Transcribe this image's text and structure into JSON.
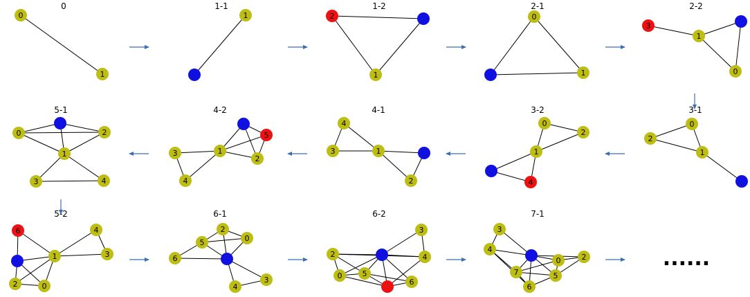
{
  "colors": {
    "yellow": "#bdbd14",
    "blue": "#1010e0",
    "red": "#ee1111",
    "arrow": "#3b6db3"
  },
  "ellipsis": "......",
  "panels": [
    {
      "id": "p0",
      "title": "0",
      "nodes": [
        {
          "id": "0",
          "label": "0",
          "c": "yellow"
        },
        {
          "id": "1",
          "label": "1",
          "c": "yellow"
        }
      ],
      "edges": [
        [
          "0",
          "1"
        ]
      ]
    },
    {
      "id": "p1-1",
      "title": "1-1",
      "nodes": [
        {
          "id": "1",
          "label": "1",
          "c": "yellow"
        },
        {
          "id": "b",
          "label": "",
          "c": "blue"
        }
      ],
      "edges": [
        [
          "1",
          "b"
        ]
      ]
    },
    {
      "id": "p1-2",
      "title": "1-2",
      "nodes": [
        {
          "id": "2",
          "label": "2",
          "c": "red"
        },
        {
          "id": "b",
          "label": "",
          "c": "blue"
        },
        {
          "id": "1",
          "label": "1",
          "c": "yellow"
        }
      ],
      "edges": [
        [
          "2",
          "b"
        ],
        [
          "2",
          "1"
        ],
        [
          "b",
          "1"
        ]
      ]
    },
    {
      "id": "p2-1",
      "title": "2-1",
      "nodes": [
        {
          "id": "0",
          "label": "0",
          "c": "yellow"
        },
        {
          "id": "b",
          "label": "",
          "c": "blue"
        },
        {
          "id": "1",
          "label": "1",
          "c": "yellow"
        }
      ],
      "edges": [
        [
          "0",
          "b"
        ],
        [
          "0",
          "1"
        ],
        [
          "b",
          "1"
        ]
      ]
    },
    {
      "id": "p2-2",
      "title": "2-2",
      "nodes": [
        {
          "id": "r",
          "label": "3",
          "c": "red"
        },
        {
          "id": "1",
          "label": "1",
          "c": "yellow"
        },
        {
          "id": "b",
          "label": "",
          "c": "blue"
        },
        {
          "id": "0",
          "label": "0",
          "c": "yellow"
        }
      ],
      "edges": [
        [
          "r",
          "1"
        ],
        [
          "1",
          "b"
        ],
        [
          "1",
          "0"
        ],
        [
          "b",
          "0"
        ]
      ]
    },
    {
      "id": "p3-1",
      "title": "3-1",
      "nodes": [
        {
          "id": "0",
          "label": "0",
          "c": "yellow"
        },
        {
          "id": "2",
          "label": "2",
          "c": "yellow"
        },
        {
          "id": "1",
          "label": "1",
          "c": "yellow"
        },
        {
          "id": "b",
          "label": "",
          "c": "blue"
        }
      ],
      "edges": [
        [
          "0",
          "2"
        ],
        [
          "0",
          "1"
        ],
        [
          "2",
          "1"
        ],
        [
          "1",
          "b"
        ]
      ]
    },
    {
      "id": "p3-2",
      "title": "3-2",
      "nodes": [
        {
          "id": "0",
          "label": "0",
          "c": "yellow"
        },
        {
          "id": "2",
          "label": "2",
          "c": "yellow"
        },
        {
          "id": "1",
          "label": "1",
          "c": "yellow"
        },
        {
          "id": "b",
          "label": "",
          "c": "blue"
        },
        {
          "id": "4",
          "label": "4",
          "c": "red"
        }
      ],
      "edges": [
        [
          "0",
          "2"
        ],
        [
          "0",
          "1"
        ],
        [
          "2",
          "1"
        ],
        [
          "1",
          "b"
        ],
        [
          "1",
          "4"
        ],
        [
          "b",
          "4"
        ]
      ]
    },
    {
      "id": "p4-1",
      "title": "4-1",
      "nodes": [
        {
          "id": "4",
          "label": "4",
          "c": "yellow"
        },
        {
          "id": "3",
          "label": "3",
          "c": "yellow"
        },
        {
          "id": "1",
          "label": "1",
          "c": "yellow"
        },
        {
          "id": "b",
          "label": "",
          "c": "blue"
        },
        {
          "id": "2",
          "label": "2",
          "c": "yellow"
        }
      ],
      "edges": [
        [
          "4",
          "3"
        ],
        [
          "4",
          "1"
        ],
        [
          "3",
          "1"
        ],
        [
          "1",
          "b"
        ],
        [
          "1",
          "2"
        ],
        [
          "b",
          "2"
        ]
      ]
    },
    {
      "id": "p4-2",
      "title": "4-2",
      "nodes": [
        {
          "id": "b",
          "label": "",
          "c": "blue"
        },
        {
          "id": "5",
          "label": "5",
          "c": "red"
        },
        {
          "id": "3",
          "label": "3",
          "c": "yellow"
        },
        {
          "id": "1",
          "label": "1",
          "c": "yellow"
        },
        {
          "id": "2",
          "label": "2",
          "c": "yellow"
        },
        {
          "id": "4",
          "label": "4",
          "c": "yellow"
        }
      ],
      "edges": [
        [
          "b",
          "5"
        ],
        [
          "b",
          "1"
        ],
        [
          "b",
          "2"
        ],
        [
          "5",
          "1"
        ],
        [
          "5",
          "2"
        ],
        [
          "3",
          "1"
        ],
        [
          "3",
          "4"
        ],
        [
          "1",
          "4"
        ],
        [
          "1",
          "2"
        ]
      ]
    },
    {
      "id": "p5-1",
      "title": "5-1",
      "nodes": [
        {
          "id": "0",
          "label": "0",
          "c": "yellow"
        },
        {
          "id": "b",
          "label": "",
          "c": "blue"
        },
        {
          "id": "2",
          "label": "2",
          "c": "yellow"
        },
        {
          "id": "1",
          "label": "1",
          "c": "yellow"
        },
        {
          "id": "3",
          "label": "3",
          "c": "yellow"
        },
        {
          "id": "4",
          "label": "4",
          "c": "yellow"
        }
      ],
      "edges": [
        [
          "0",
          "b"
        ],
        [
          "0",
          "2"
        ],
        [
          "0",
          "1"
        ],
        [
          "b",
          "2"
        ],
        [
          "b",
          "1"
        ],
        [
          "2",
          "1"
        ],
        [
          "1",
          "3"
        ],
        [
          "1",
          "4"
        ],
        [
          "3",
          "4"
        ]
      ]
    },
    {
      "id": "p5-2",
      "title": "5-2",
      "nodes": [
        {
          "id": "r",
          "label": "6",
          "c": "red"
        },
        {
          "id": "b",
          "label": "",
          "c": "blue"
        },
        {
          "id": "1",
          "label": "1",
          "c": "yellow"
        },
        {
          "id": "4",
          "label": "4",
          "c": "yellow"
        },
        {
          "id": "3",
          "label": "3",
          "c": "yellow"
        },
        {
          "id": "2",
          "label": "2",
          "c": "yellow"
        },
        {
          "id": "0",
          "label": "0",
          "c": "yellow"
        }
      ],
      "edges": [
        [
          "r",
          "b"
        ],
        [
          "r",
          "1"
        ],
        [
          "b",
          "1"
        ],
        [
          "b",
          "2"
        ],
        [
          "b",
          "0"
        ],
        [
          "1",
          "4"
        ],
        [
          "1",
          "3"
        ],
        [
          "4",
          "3"
        ],
        [
          "1",
          "2"
        ],
        [
          "1",
          "0"
        ],
        [
          "2",
          "0"
        ]
      ]
    },
    {
      "id": "p6-1",
      "title": "6-1",
      "nodes": [
        {
          "id": "2",
          "label": "2",
          "c": "yellow"
        },
        {
          "id": "5",
          "label": "5",
          "c": "yellow"
        },
        {
          "id": "0",
          "label": "0",
          "c": "yellow"
        },
        {
          "id": "6",
          "label": "6",
          "c": "yellow"
        },
        {
          "id": "b",
          "label": "",
          "c": "blue"
        },
        {
          "id": "4",
          "label": "4",
          "c": "yellow"
        },
        {
          "id": "3",
          "label": "3",
          "c": "yellow"
        }
      ],
      "edges": [
        [
          "2",
          "5"
        ],
        [
          "2",
          "0"
        ],
        [
          "2",
          "b"
        ],
        [
          "5",
          "0"
        ],
        [
          "5",
          "b"
        ],
        [
          "6",
          "5"
        ],
        [
          "6",
          "b"
        ],
        [
          "0",
          "b"
        ],
        [
          "b",
          "4"
        ],
        [
          "b",
          "3"
        ],
        [
          "4",
          "3"
        ]
      ]
    },
    {
      "id": "p6-2",
      "title": "6-2",
      "nodes": [
        {
          "id": "3",
          "label": "3",
          "c": "yellow"
        },
        {
          "id": "2",
          "label": "2",
          "c": "yellow"
        },
        {
          "id": "b",
          "label": "",
          "c": "blue"
        },
        {
          "id": "4",
          "label": "4",
          "c": "yellow"
        },
        {
          "id": "0",
          "label": "0",
          "c": "yellow"
        },
        {
          "id": "5",
          "label": "5",
          "c": "yellow"
        },
        {
          "id": "6",
          "label": "6",
          "c": "yellow"
        },
        {
          "id": "r",
          "label": "",
          "c": "red"
        }
      ],
      "edges": [
        [
          "3",
          "b"
        ],
        [
          "3",
          "4"
        ],
        [
          "2",
          "b"
        ],
        [
          "2",
          "4"
        ],
        [
          "2",
          "0"
        ],
        [
          "2",
          "5"
        ],
        [
          "b",
          "4"
        ],
        [
          "b",
          "0"
        ],
        [
          "b",
          "5"
        ],
        [
          "b",
          "6"
        ],
        [
          "b",
          "r"
        ],
        [
          "4",
          "r"
        ],
        [
          "0",
          "5"
        ],
        [
          "0",
          "r"
        ],
        [
          "5",
          "6"
        ],
        [
          "5",
          "r"
        ],
        [
          "6",
          "r"
        ]
      ]
    },
    {
      "id": "p7-1",
      "title": "7-1",
      "nodes": [
        {
          "id": "3",
          "label": "3",
          "c": "yellow"
        },
        {
          "id": "4",
          "label": "4",
          "c": "yellow"
        },
        {
          "id": "b",
          "label": "",
          "c": "blue"
        },
        {
          "id": "0",
          "label": "0",
          "c": "yellow"
        },
        {
          "id": "2",
          "label": "2",
          "c": "yellow"
        },
        {
          "id": "7",
          "label": "7",
          "c": "yellow"
        },
        {
          "id": "5",
          "label": "5",
          "c": "yellow"
        },
        {
          "id": "6",
          "label": "6",
          "c": "yellow"
        }
      ],
      "edges": [
        [
          "3",
          "4"
        ],
        [
          "3",
          "b"
        ],
        [
          "4",
          "b"
        ],
        [
          "4",
          "7"
        ],
        [
          "4",
          "6"
        ],
        [
          "b",
          "0"
        ],
        [
          "b",
          "2"
        ],
        [
          "b",
          "7"
        ],
        [
          "b",
          "5"
        ],
        [
          "b",
          "6"
        ],
        [
          "0",
          "2"
        ],
        [
          "0",
          "5"
        ],
        [
          "0",
          "7"
        ],
        [
          "2",
          "5"
        ],
        [
          "7",
          "5"
        ],
        [
          "7",
          "6"
        ],
        [
          "5",
          "6"
        ]
      ]
    }
  ],
  "arrows": [
    {
      "from": "p0",
      "to": "p1-1"
    },
    {
      "from": "p1-1",
      "to": "p1-2"
    },
    {
      "from": "p1-2",
      "to": "p2-1"
    },
    {
      "from": "p2-1",
      "to": "p2-2"
    },
    {
      "from": "p2-2",
      "to": "p3-1"
    },
    {
      "from": "p3-1",
      "to": "p3-2"
    },
    {
      "from": "p3-2",
      "to": "p4-1"
    },
    {
      "from": "p4-1",
      "to": "p4-2"
    },
    {
      "from": "p4-2",
      "to": "p5-1"
    },
    {
      "from": "p5-1",
      "to": "p5-2"
    },
    {
      "from": "p5-2",
      "to": "p6-1"
    },
    {
      "from": "p6-1",
      "to": "p6-2"
    },
    {
      "from": "p6-2",
      "to": "p7-1"
    },
    {
      "from": "p7-1",
      "to": "ellipsis"
    }
  ]
}
